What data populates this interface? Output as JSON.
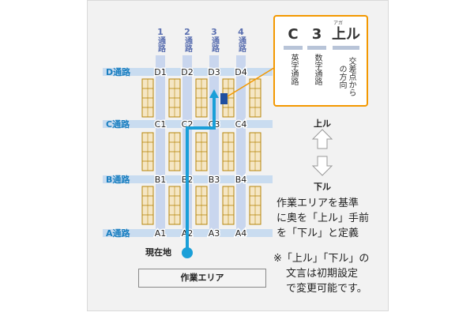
{
  "aisles": [
    {
      "number": "1",
      "label": "通路"
    },
    {
      "number": "2",
      "label": "通路"
    },
    {
      "number": "3",
      "label": "通路"
    },
    {
      "number": "4",
      "label": "通路"
    }
  ],
  "passages": [
    {
      "label": "D通路",
      "cells": [
        "D1",
        "D2",
        "D3",
        "D4"
      ]
    },
    {
      "label": "C通路",
      "cells": [
        "C1",
        "C2",
        "C3",
        "C4"
      ]
    },
    {
      "label": "B通路",
      "cells": [
        "B1",
        "B2",
        "B3",
        "B4"
      ]
    },
    {
      "label": "A通路",
      "cells": [
        "A1",
        "A2",
        "A3",
        "A4"
      ]
    }
  ],
  "current_location": "現在地",
  "work_area": "作業エリア",
  "legend": {
    "items": [
      {
        "big": "C",
        "ruby": "",
        "desc": "英字通路"
      },
      {
        "big": "3",
        "ruby": "",
        "desc": "数字通路"
      },
      {
        "big": "上ル",
        "ruby": "アガ",
        "desc": "交差点からの方向"
      }
    ]
  },
  "direction_up": "上ル",
  "direction_down": "下ル",
  "definition_lines": [
    "作業エリアを基準",
    "に奥を「上ル」手前",
    "を「下ル」と定義"
  ],
  "note_lines": [
    "※「上ル」「下ル」の",
    "文言は初期設定",
    "で変更可能です。"
  ],
  "colors": {
    "route": "#1a9fd8",
    "shelf_fill": "#f5e6c4",
    "shelf_border": "#b8860b",
    "aisle": "#c5d4ec",
    "legend_border": "#f39800",
    "passage_text": "#1a7fc0"
  }
}
